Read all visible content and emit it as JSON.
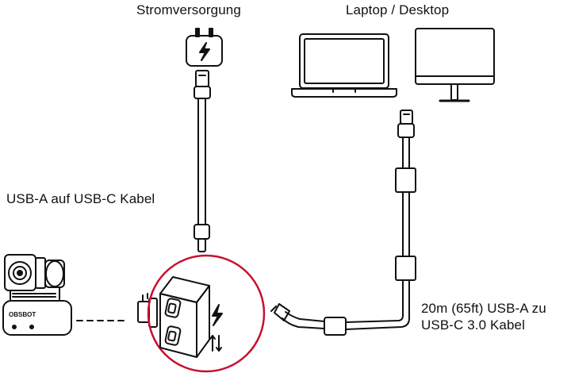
{
  "labels": {
    "power_supply": "Stromversorgung",
    "laptop_desktop": "Laptop / Desktop",
    "usb_a_to_c_cable": "USB-A auf USB-C Kabel",
    "long_cable_line1": "20m (65ft) USB-A zu",
    "long_cable_line2": "USB-C 3.0 Kabel"
  },
  "camera": {
    "brand": "OBSBOT"
  },
  "icons": [
    "power-adapter-icon",
    "lightning-icon",
    "laptop-icon",
    "desktop-monitor-icon",
    "camera-icon",
    "hub-icon",
    "data-transfer-icon"
  ],
  "colors": {
    "stroke": "#111111",
    "accent_circle": "#c8102e"
  }
}
